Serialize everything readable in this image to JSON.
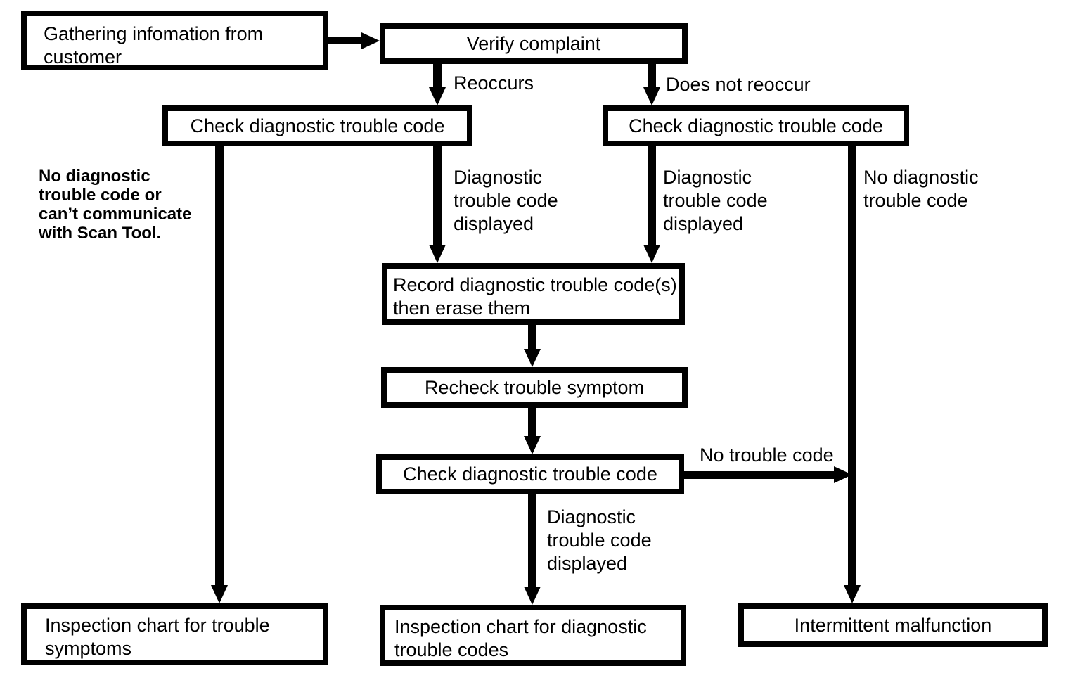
{
  "diagram": {
    "type": "flowchart",
    "subject": "Diagnostic trouble code troubleshooting procedure",
    "colors": {
      "foreground": "#000000",
      "background": "#ffffff"
    },
    "nodes": {
      "gathering": {
        "label": "Gathering infomation from\ncustomer"
      },
      "verify": {
        "label": "Verify complaint"
      },
      "check_left": {
        "label": "Check diagnostic trouble code"
      },
      "check_right": {
        "label": "Check diagnostic trouble code"
      },
      "record": {
        "label": "Record diagnostic trouble code(s)\nthen erase them"
      },
      "recheck": {
        "label": "Recheck trouble symptom"
      },
      "check_center": {
        "label": "Check diagnostic trouble code"
      },
      "inspection_symptoms": {
        "label": "Inspection chart for trouble\nsymptoms"
      },
      "inspection_codes": {
        "label": "Inspection chart for diagnostic\ntrouble codes"
      },
      "intermittent": {
        "label": "Intermittent malfunction"
      }
    },
    "edge_labels": {
      "reoccurs": "Reoccurs",
      "does_not_reoccur": "Does not reoccur",
      "no_dtc_or_no_comm": "No diagnostic\ntrouble code or\ncan’t communicate\nwith Scan Tool.",
      "dtc_displayed_left": "Diagnostic\ntrouble code\ndisplayed",
      "dtc_displayed_right": "Diagnostic\ntrouble code\ndisplayed",
      "no_dtc_right": "No diagnostic\ntrouble code",
      "no_trouble_code": "No trouble code",
      "dtc_displayed_bottom": "Diagnostic\ntrouble code\ndisplayed"
    }
  }
}
